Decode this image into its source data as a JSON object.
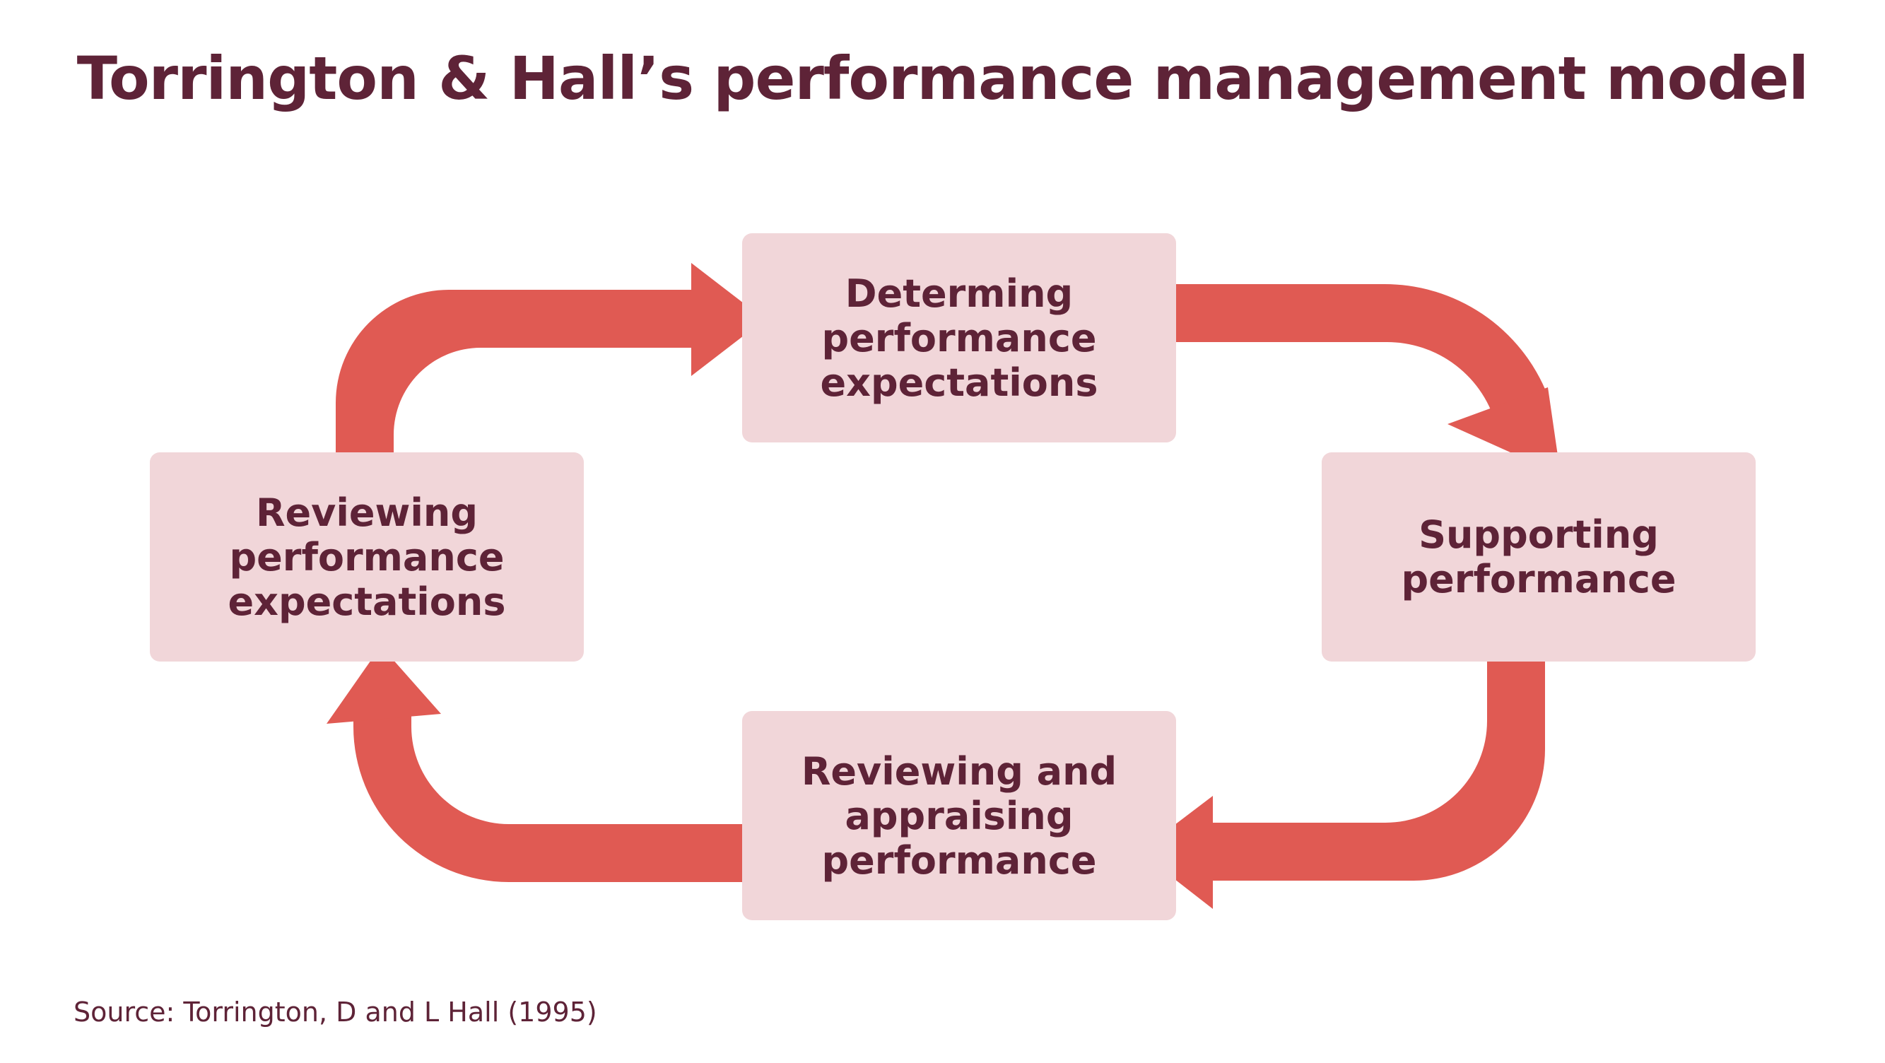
{
  "title": "Torrington & Hall’s performance management model",
  "colors": {
    "title_text": "#5e2337",
    "box_fill": "#f1d6d9",
    "arrow": "#e05a53"
  },
  "diagram": {
    "type": "cycle",
    "steps": [
      {
        "id": "top",
        "label": "Determing\nperformance\nexpectations"
      },
      {
        "id": "right",
        "label": "Supporting\nperformance"
      },
      {
        "id": "bottom",
        "label": "Reviewing and\nappraising\nperformance"
      },
      {
        "id": "left",
        "label": "Reviewing\nperformance\nexpectations"
      }
    ],
    "flow": [
      "top",
      "right",
      "bottom",
      "left",
      "top"
    ]
  },
  "source": "Source: Torrington, D and L Hall (1995)"
}
